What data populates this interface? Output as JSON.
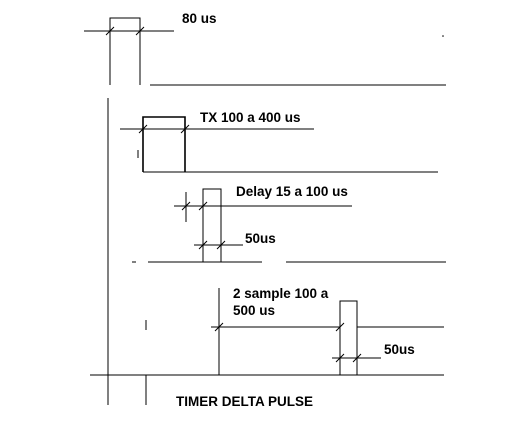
{
  "labels": {
    "pulse_80": "80 us",
    "tx": "TX 100 a 400 us",
    "delay": "Delay 15 a 100 us",
    "width_50_a": "50us",
    "sample_line1": "2 sample 100 a",
    "sample_line2": "500 us",
    "width_50_b": "50us",
    "caption": "TIMER DELTA PULSE"
  }
}
